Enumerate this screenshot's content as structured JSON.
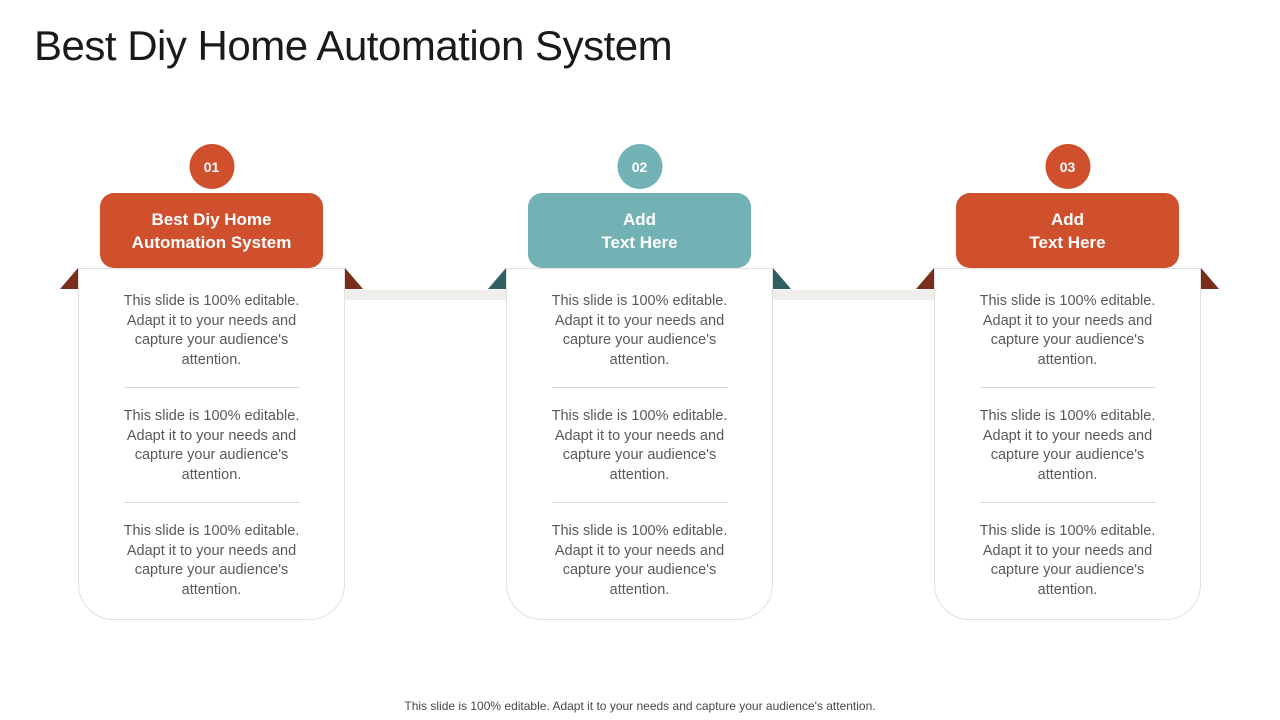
{
  "slide": {
    "title": "Best Diy Home Automation System",
    "footer": "This slide is 100% editable. Adapt it to your needs and capture your audience's attention."
  },
  "colors": {
    "orange": "#d0502d",
    "orange_fold": "#7b2d1b",
    "teal": "#72b2b5",
    "teal_fold": "#2f5f63",
    "connector_bar": "#f0eeeb",
    "title_text": "#1a1a1a",
    "body_text": "#595959",
    "card_border": "#e2e0de"
  },
  "columns": [
    {
      "number": "01",
      "theme": "orange",
      "heading_line1": "Best Diy Home",
      "heading_line2": "Automation System",
      "paragraphs": [
        "This slide is 100% editable. Adapt it to your needs and capture your audience's attention.",
        "This slide is 100% editable. Adapt it to your needs and capture your audience's attention.",
        "This slide is 100% editable. Adapt it to your needs and capture your audience's attention."
      ]
    },
    {
      "number": "02",
      "theme": "teal",
      "heading_line1": "Add",
      "heading_line2": "Text Here",
      "paragraphs": [
        "This slide is 100% editable. Adapt it to your needs and capture your audience's attention.",
        "This slide is 100% editable. Adapt it to your needs and capture your audience's attention.",
        "This slide is 100% editable. Adapt it to your needs and capture your audience's attention."
      ]
    },
    {
      "number": "03",
      "theme": "orange",
      "heading_line1": "Add",
      "heading_line2": "Text Here",
      "paragraphs": [
        "This slide is 100% editable. Adapt it to your needs and capture your audience's attention.",
        "This slide is 100% editable. Adapt it to your needs and capture your audience's attention.",
        "This slide is 100% editable. Adapt it to your needs and capture your audience's attention."
      ]
    }
  ]
}
